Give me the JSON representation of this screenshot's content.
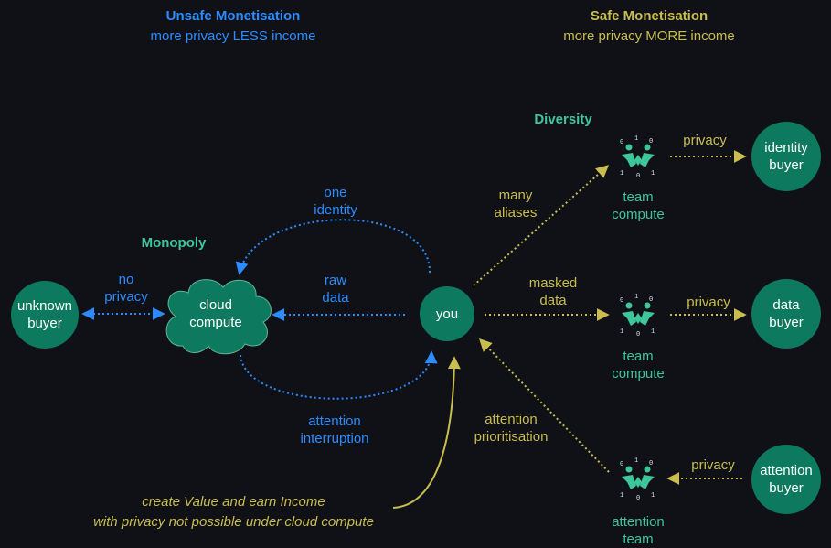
{
  "headers": {
    "unsafe_title": "Unsafe Monetisation",
    "unsafe_subtitle": "more privacy LESS income",
    "safe_title": "Safe Monetisation",
    "safe_subtitle": "more privacy MORE income"
  },
  "sections": {
    "monopoly": "Monopoly",
    "diversity": "Diversity"
  },
  "nodes": {
    "unknown_buyer": [
      "unknown",
      "buyer"
    ],
    "cloud_compute": [
      "cloud",
      "compute"
    ],
    "you": "you",
    "identity_buyer": [
      "identity",
      "buyer"
    ],
    "data_buyer": [
      "data",
      "buyer"
    ],
    "attention_buyer": [
      "attention",
      "buyer"
    ]
  },
  "team_nodes": {
    "team1": [
      "team",
      "compute"
    ],
    "team2": [
      "team",
      "compute"
    ],
    "attention_team": [
      "attention",
      "team"
    ]
  },
  "edge_labels": {
    "no_privacy": [
      "no",
      "privacy"
    ],
    "one_identity": [
      "one",
      "identity"
    ],
    "raw_data": [
      "raw",
      "data"
    ],
    "attention_interruption": [
      "attention",
      "interruption"
    ],
    "many_aliases": [
      "many",
      "aliases"
    ],
    "masked_data": [
      "masked",
      "data"
    ],
    "attention_prioritisation": [
      "attention",
      "prioritisation"
    ],
    "privacy_identity": "privacy",
    "privacy_data": "privacy",
    "privacy_attention": "privacy"
  },
  "footer": {
    "line1": "create Value and earn Income",
    "line2": "with privacy not possible under cloud compute"
  },
  "colors": {
    "background": "#0f1116",
    "unsafe": "#2c8cff",
    "safe": "#c9bd4f",
    "node_fill": "#0d7a5f",
    "section_label": "#3fc59a"
  }
}
